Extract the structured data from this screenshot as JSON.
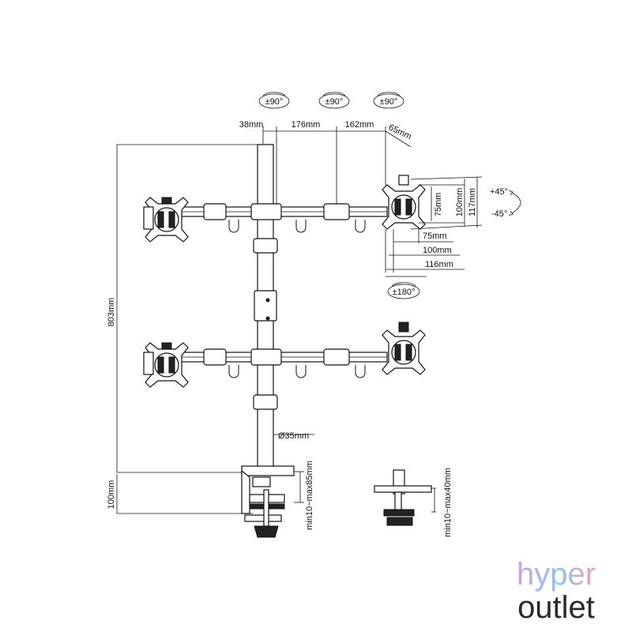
{
  "diagram": {
    "rotation_labels": [
      "±90°",
      "±90°",
      "±90°",
      "±180°"
    ],
    "top_dims": [
      "38mm",
      "176mm",
      "162mm",
      "65mm"
    ],
    "height_dim": "803mm",
    "pole_diameter": "Ø35mm",
    "clamp_height": "100mm",
    "desk_clamp_range": "min10~max85mm",
    "grommet_range": "min10~max40mm",
    "vesa_vertical": [
      "75mm",
      "100mm",
      "117mm"
    ],
    "vesa_horizontal": [
      "75mm",
      "100mm",
      "116mm"
    ],
    "tilt": [
      "+45°",
      "-45°"
    ]
  },
  "brand": {
    "line1": "hyper",
    "line2": "outlet"
  },
  "colors": {
    "stroke": "#111111",
    "brand_gradient": [
      "#c7a4e8",
      "#8ec5ee",
      "#f2a0b8"
    ],
    "brand_outlet": "#2a2a2a"
  }
}
